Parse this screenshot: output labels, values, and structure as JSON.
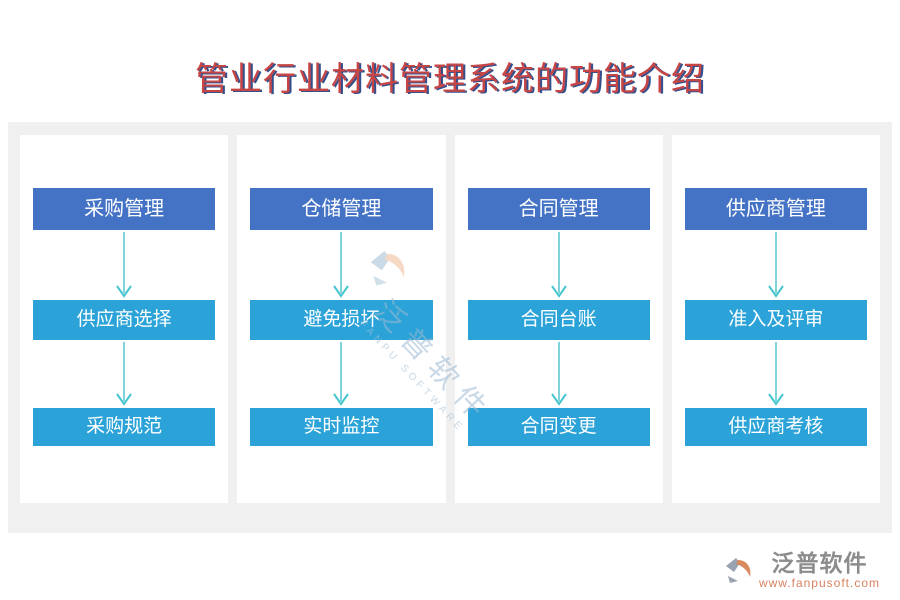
{
  "title": "管业行业材料管理系统的功能介绍",
  "colors": {
    "title_red": "#c64545",
    "title_shadow_navy": "#33518f",
    "header_box_blue": "#4473c5",
    "item_box_blue": "#2ba3d8",
    "arrow_cyan": "#45c5cf",
    "panel_gray": "#f0f0f0",
    "footer_brand_gray": "#8c8c8c",
    "footer_url_orange": "#d9815f"
  },
  "columns": [
    {
      "header": "采购管理",
      "items": [
        "供应商选择",
        "采购规范"
      ]
    },
    {
      "header": "仓储管理",
      "items": [
        "避免损坏",
        "实时监控"
      ]
    },
    {
      "header": "合同管理",
      "items": [
        "合同台账",
        "合同变更"
      ]
    },
    {
      "header": "供应商管理",
      "items": [
        "准入及评审",
        "供应商考核"
      ]
    }
  ],
  "watermark": {
    "brand": "泛普软件",
    "subtext": "FANPU SOFTWARE"
  },
  "footer_logo": {
    "brand": "泛普软件",
    "url": "www.fanpusoft.com"
  }
}
